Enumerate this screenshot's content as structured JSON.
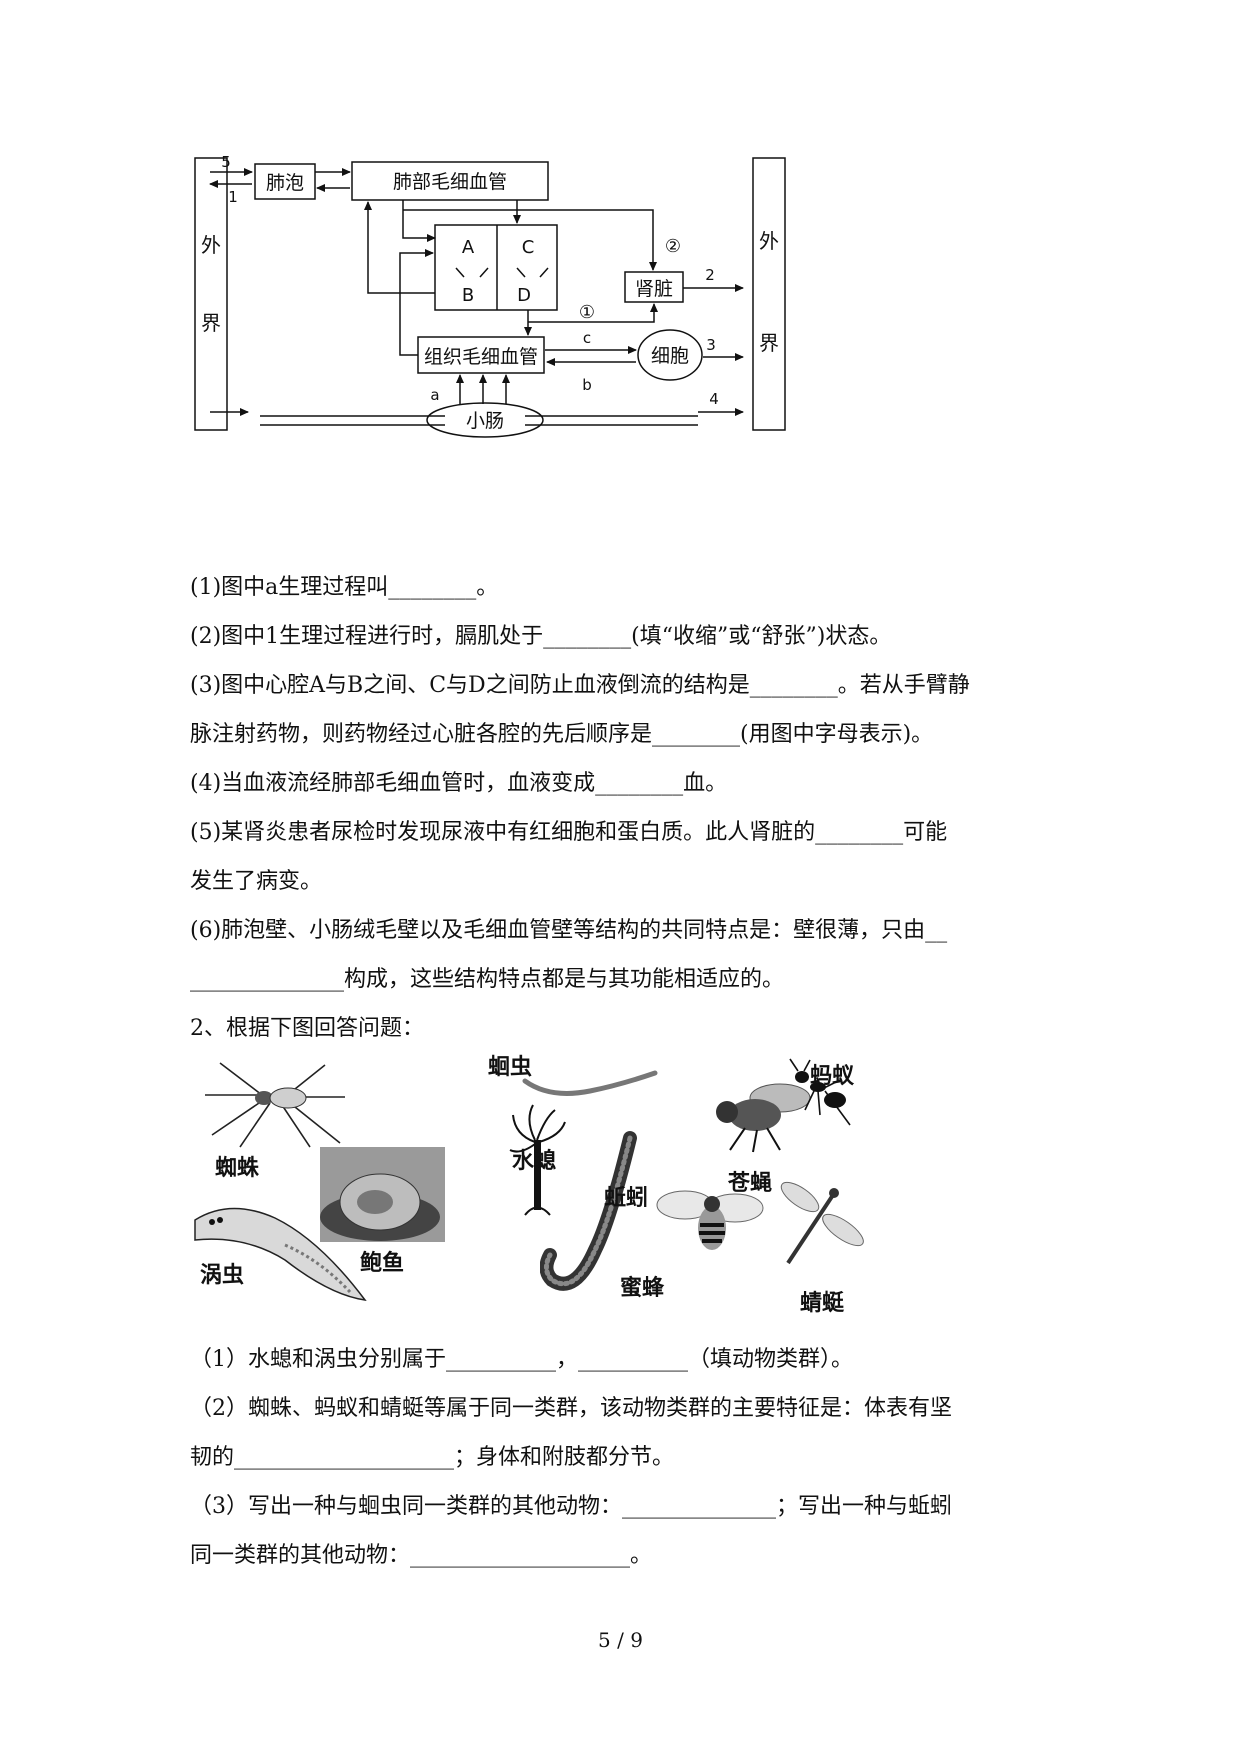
{
  "diagram": {
    "left_outside": "外界",
    "right_outside": "外界",
    "alveoli": "肺泡",
    "lung_capillary": "肺部毛细血管",
    "tissue_capillary": "组织毛细血管",
    "kidney": "肾脏",
    "cell": "细胞",
    "small_intestine": "小肠",
    "chamber_a": "A",
    "chamber_b": "B",
    "chamber_c": "C",
    "chamber_d": "D",
    "num_5": "5",
    "num_1": "1",
    "num_2": "2",
    "num_3": "3",
    "num_4": "4",
    "circle_2": "②",
    "circle_1": "①",
    "label_a": "a",
    "label_b": "b",
    "label_c": "c"
  },
  "q1": {
    "items": [
      "(1)图中a生理过程叫________。",
      "(2)图中1生理过程进行时，膈肌处于________(填“收缩”或“舒张”)状态。",
      "(3)图中心腔A与B之间、C与D之间防止血液倒流的结构是________。若从手臂静",
      "脉注射药物，则药物经过心脏各腔的先后顺序是________(用图中字母表示)。",
      "(4)当血液流经肺部毛细血管时，血液变成________血。",
      "(5)某肾炎患者尿检时发现尿液中有红细胞和蛋白质。此人肾脏的________可能",
      "发生了病变。",
      "(6)肺泡壁、小肠绒毛壁以及毛细血管壁等结构的共同特点是：壁很薄，只由__",
      "______________构成，这些结构特点都是与其功能相适应的。"
    ]
  },
  "q2": {
    "title": "2、根据下图回答问题：",
    "animals": {
      "spider": "蜘蛛",
      "roundworm": "蛔虫",
      "hydra": "水螅",
      "ant": "蚂蚁",
      "housefly": "苍蝇",
      "earthworm": "蚯蚓",
      "abalone": "鲍鱼",
      "planarian": "涡虫",
      "bee": "蜜蜂",
      "dragonfly": "蜻蜓"
    },
    "items": [
      "（1）水螅和涡虫分别属于__________，__________（填动物类群）。",
      "（2）蜘蛛、蚂蚁和蜻蜓等属于同一类群，该动物类群的主要特征是：体表有坚",
      "韧的____________________；身体和附肢都分节。",
      "（3）写出一种与蛔虫同一类群的其他动物：______________；写出一种与蚯蚓",
      "同一类群的其他动物：____________________。"
    ]
  },
  "page_number": "5 / 9"
}
